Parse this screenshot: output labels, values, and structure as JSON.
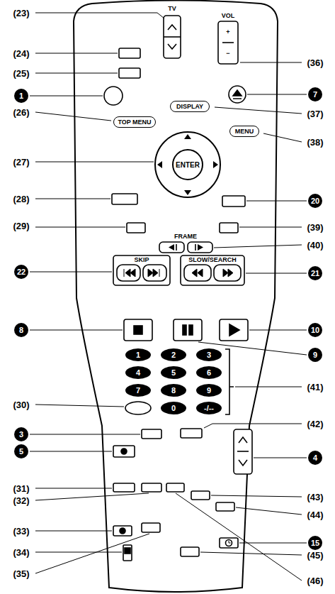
{
  "diagram": {
    "nodes": [
      {
        "text": [
          "DISPLAY"
        ]
      },
      {
        "text": [
          "TOP MENU"
        ]
      },
      {
        "text": [
          "MENU"
        ]
      },
      {
        "text": [
          "ENTER"
        ]
      },
      {
        "text": [
          "1"
        ]
      },
      {
        "text": [
          "2"
        ]
      },
      {
        "text": [
          "3"
        ]
      },
      {
        "text": [
          "4"
        ]
      },
      {
        "text": [
          "5"
        ]
      },
      {
        "text": [
          "6"
        ]
      },
      {
        "text": [
          "7"
        ]
      },
      {
        "text": [
          "8"
        ]
      },
      {
        "text": [
          "9"
        ]
      },
      {
        "text": [
          "0"
        ]
      },
      {
        "text": [
          "-/--"
        ]
      }
    ],
    "labels": [
      "(23)",
      "TV",
      "VOL",
      "+",
      "−",
      "(36)",
      "(24)",
      "(25)",
      "1",
      "7",
      "(26)",
      "(37)",
      "(38)",
      "(27)",
      "20",
      "(28)",
      "(29)",
      "(39)",
      "FRAME",
      "(40)",
      "SKIP",
      "SLOW/SEARCH",
      "22",
      "21",
      "8",
      "10",
      "9",
      "(41)",
      "(30)",
      "3",
      "(42)",
      "5",
      "4",
      "(31)",
      "(32)",
      "(46)",
      "(43)",
      "(44)",
      "(33)",
      "(35)",
      "(34)",
      "15",
      "(45)"
    ]
  }
}
